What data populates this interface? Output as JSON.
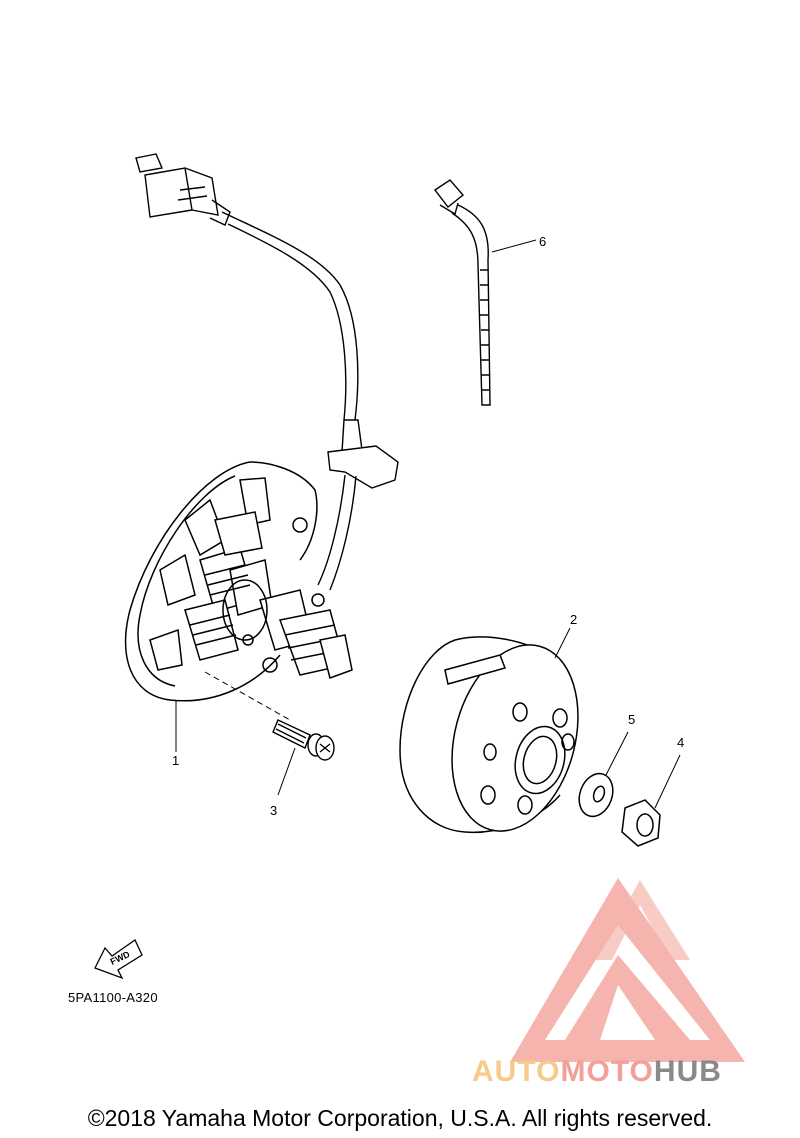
{
  "diagram": {
    "callouts": [
      "1",
      "2",
      "3",
      "4",
      "5",
      "6"
    ],
    "fwd_label": "FWD",
    "reference_code": "5PA1100-A320"
  },
  "watermark": {
    "part1": "AUTO",
    "part2": "MOTO",
    "part3": "HUB",
    "colors": {
      "auto": "#f7c98a",
      "moto": "#f4a09a",
      "hub": "#8a8a8a",
      "logo": "#f5a8a0"
    }
  },
  "footer": {
    "copyright": "©2018 Yamaha Motor Corporation, U.S.A. All rights reserved."
  }
}
